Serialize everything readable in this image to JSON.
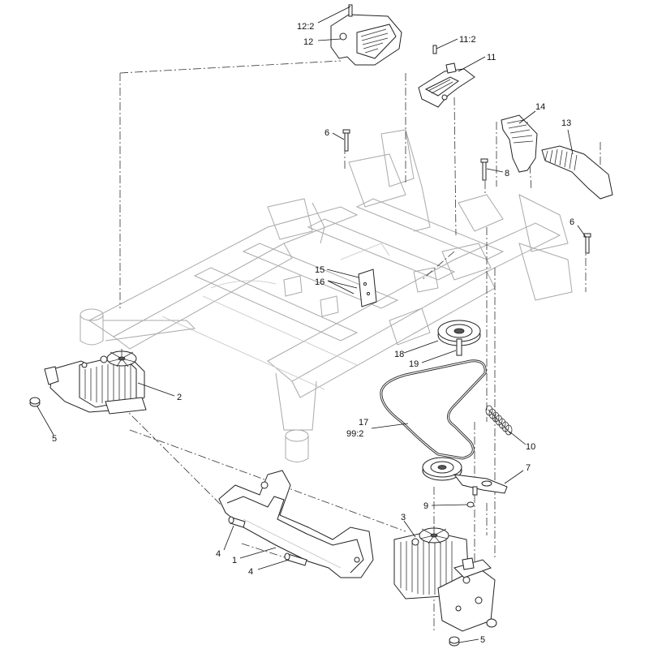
{
  "callouts": [
    {
      "id": "c12-2",
      "text": "12:2"
    },
    {
      "id": "c12",
      "text": "12"
    },
    {
      "id": "c11-2",
      "text": "11:2"
    },
    {
      "id": "c11",
      "text": "11"
    },
    {
      "id": "c14",
      "text": "14"
    },
    {
      "id": "c13",
      "text": "13"
    },
    {
      "id": "c6a",
      "text": "6"
    },
    {
      "id": "c8",
      "text": "8"
    },
    {
      "id": "c6b",
      "text": "6"
    },
    {
      "id": "c15",
      "text": "15"
    },
    {
      "id": "c16",
      "text": "16"
    },
    {
      "id": "c18",
      "text": "18"
    },
    {
      "id": "c19",
      "text": "19"
    },
    {
      "id": "c2",
      "text": "2"
    },
    {
      "id": "c5a",
      "text": "5"
    },
    {
      "id": "c17",
      "text": "17"
    },
    {
      "id": "c99-2",
      "text": "99:2"
    },
    {
      "id": "c10",
      "text": "10"
    },
    {
      "id": "c7",
      "text": "7"
    },
    {
      "id": "c9",
      "text": "9"
    },
    {
      "id": "c3",
      "text": "3"
    },
    {
      "id": "c4a",
      "text": "4"
    },
    {
      "id": "c1",
      "text": "1"
    },
    {
      "id": "c4b",
      "text": "4"
    },
    {
      "id": "c5b",
      "text": "5"
    }
  ]
}
